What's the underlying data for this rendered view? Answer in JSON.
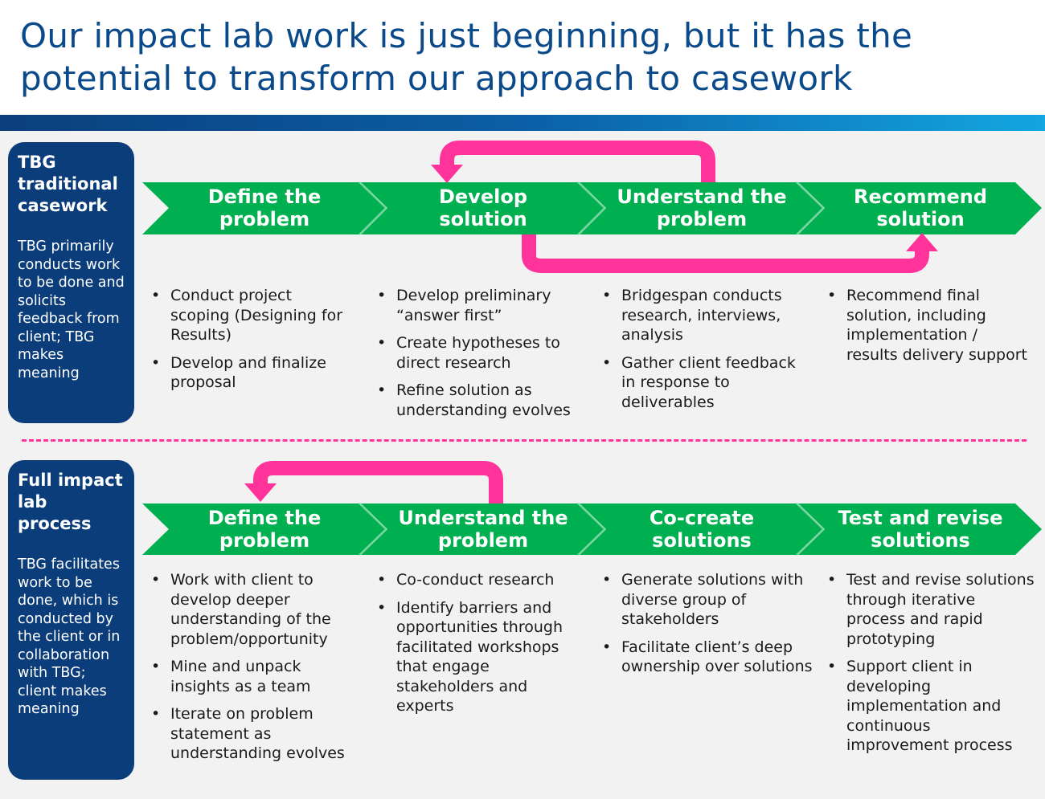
{
  "title": "Our impact lab work is just beginning, but it has the potential to transform our approach to casework",
  "colors": {
    "arrow_green": "#00b050",
    "loop_pink": "#ff3399",
    "navy": "#0b3d7a",
    "title_blue": "#0b4a8a"
  },
  "traditional": {
    "side_title": "TBG traditional casework",
    "side_desc": "TBG primarily conducts work to be done and solicits feedback from client; TBG makes meaning",
    "stages": [
      {
        "label_line1": "Define the",
        "label_line2": "problem",
        "bullets": [
          "Conduct project scoping (Designing for Results)",
          "Develop and finalize proposal"
        ]
      },
      {
        "label_line1": "Develop",
        "label_line2": "solution",
        "bullets": [
          "Develop preliminary “answer first”",
          "Create hypotheses to direct research",
          "Refine solution as understanding evolves"
        ]
      },
      {
        "label_line1": "Understand the",
        "label_line2": "problem",
        "bullets": [
          "Bridgespan conducts research, interviews, analysis",
          "Gather client feedback in response to deliverables"
        ]
      },
      {
        "label_line1": "Recommend",
        "label_line2": "solution",
        "bullets": [
          "Recommend final solution, including implementation / results delivery support"
        ]
      }
    ]
  },
  "impact_lab": {
    "side_title": "Full impact lab process",
    "side_desc": "TBG facilitates work to be done, which is conducted by the client or in collaboration with TBG; client makes meaning",
    "stages": [
      {
        "label_line1": "Define the",
        "label_line2": "problem",
        "bullets": [
          "Work with client to develop deeper understanding of the problem/opportunity",
          "Mine and unpack insights as a team",
          "Iterate on problem statement as understanding evolves"
        ]
      },
      {
        "label_line1": "Understand the",
        "label_line2": "problem",
        "bullets": [
          "Co-conduct research",
          "Identify barriers and opportunities through facilitated workshops that engage stakeholders and experts"
        ]
      },
      {
        "label_line1": "Co-create",
        "label_line2": "solutions",
        "bullets": [
          "Generate solutions with diverse group of stakeholders",
          "Facilitate client’s deep ownership over solutions"
        ]
      },
      {
        "label_line1": "Test and revise",
        "label_line2": "solutions",
        "bullets": [
          "Test and revise solutions through iterative process and rapid prototyping",
          "Support client in developing implementation and continuous improvement process"
        ]
      }
    ]
  }
}
